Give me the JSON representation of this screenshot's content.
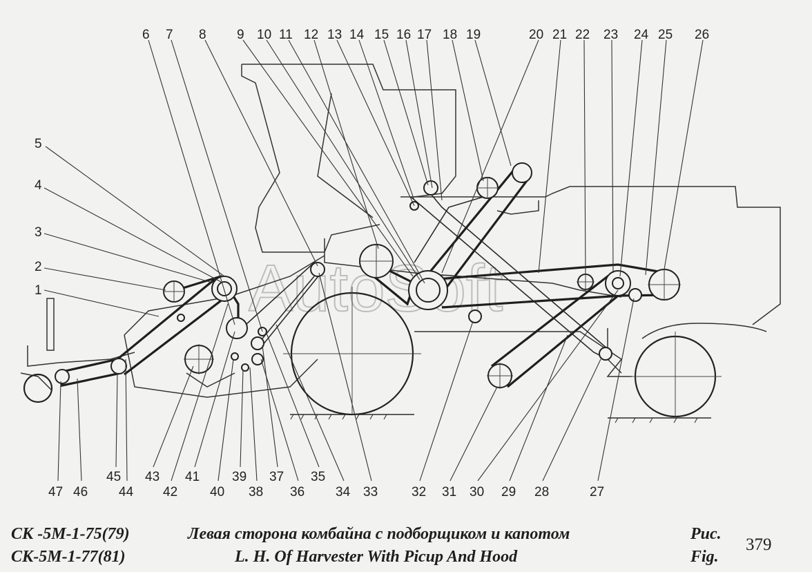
{
  "watermark": "AutoSoft",
  "caption": {
    "model_line1": "СК -5М-1-75(79)",
    "model_line2": "СК-5М-1-77(81)",
    "title_ru": "Левая сторона комбайна с  подборщиком и капотом",
    "title_en": "L. H. Of Harvester With  Picup And Hood",
    "fig_ru": "Рис.",
    "fig_en": "Fig.",
    "fig_number": "379"
  },
  "callouts_top": [
    "6",
    "7",
    "8",
    "9",
    "10",
    "11",
    "12",
    "13",
    "14",
    "15",
    "16",
    "17",
    "18",
    "19",
    "20",
    "21",
    "22",
    "23",
    "24",
    "25",
    "26"
  ],
  "callouts_left": [
    "5",
    "4",
    "3",
    "2",
    "1"
  ],
  "callouts_bottom": [
    "47",
    "46",
    "45",
    "44",
    "43",
    "42",
    "41",
    "40",
    "39",
    "38",
    "37",
    "36",
    "35",
    "34",
    "33",
    "32",
    "31",
    "30",
    "29",
    "28",
    "27"
  ]
}
